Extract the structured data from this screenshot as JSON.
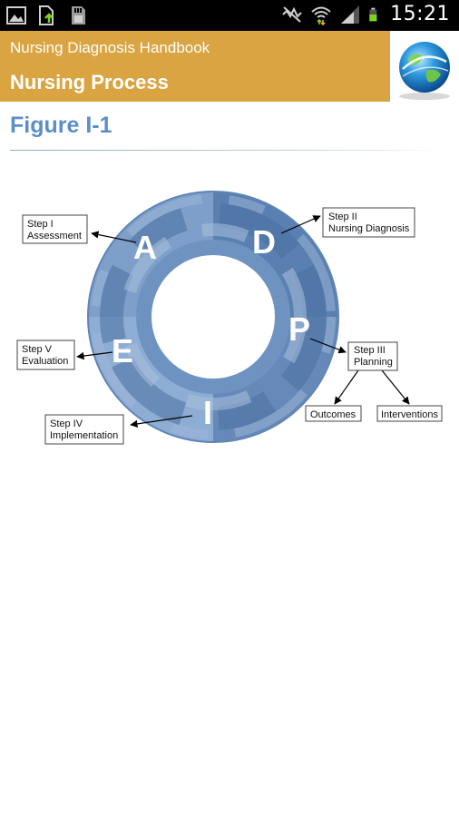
{
  "status_bar": {
    "time": "15:21",
    "icons": [
      "gallery-icon",
      "upload-icon",
      "sd-card-icon",
      "mute-icon",
      "wifi-icon",
      "signal-icon",
      "battery-icon"
    ]
  },
  "header": {
    "app_name": "Nursing Diagnosis Handbook",
    "page_title": "Nursing Process",
    "color": "#d9a441"
  },
  "figure": {
    "title": "Figure I-1",
    "title_color": "#5b8fc7"
  },
  "diagram": {
    "letters": [
      "A",
      "D",
      "P",
      "I",
      "E"
    ],
    "steps": {
      "assessment": [
        "Step I",
        "Assessment"
      ],
      "diagnosis": [
        "Step II",
        "Nursing Diagnosis"
      ],
      "planning": [
        "Step III",
        "Planning"
      ],
      "implementation": [
        "Step IV",
        "Implementation"
      ],
      "evaluation": [
        "Step V",
        "Evaluation"
      ]
    },
    "outcomes": "Outcomes",
    "interventions": "Interventions",
    "ring_colors": [
      "#6a8fbf",
      "#4d72a3",
      "#a6bcd9"
    ]
  }
}
